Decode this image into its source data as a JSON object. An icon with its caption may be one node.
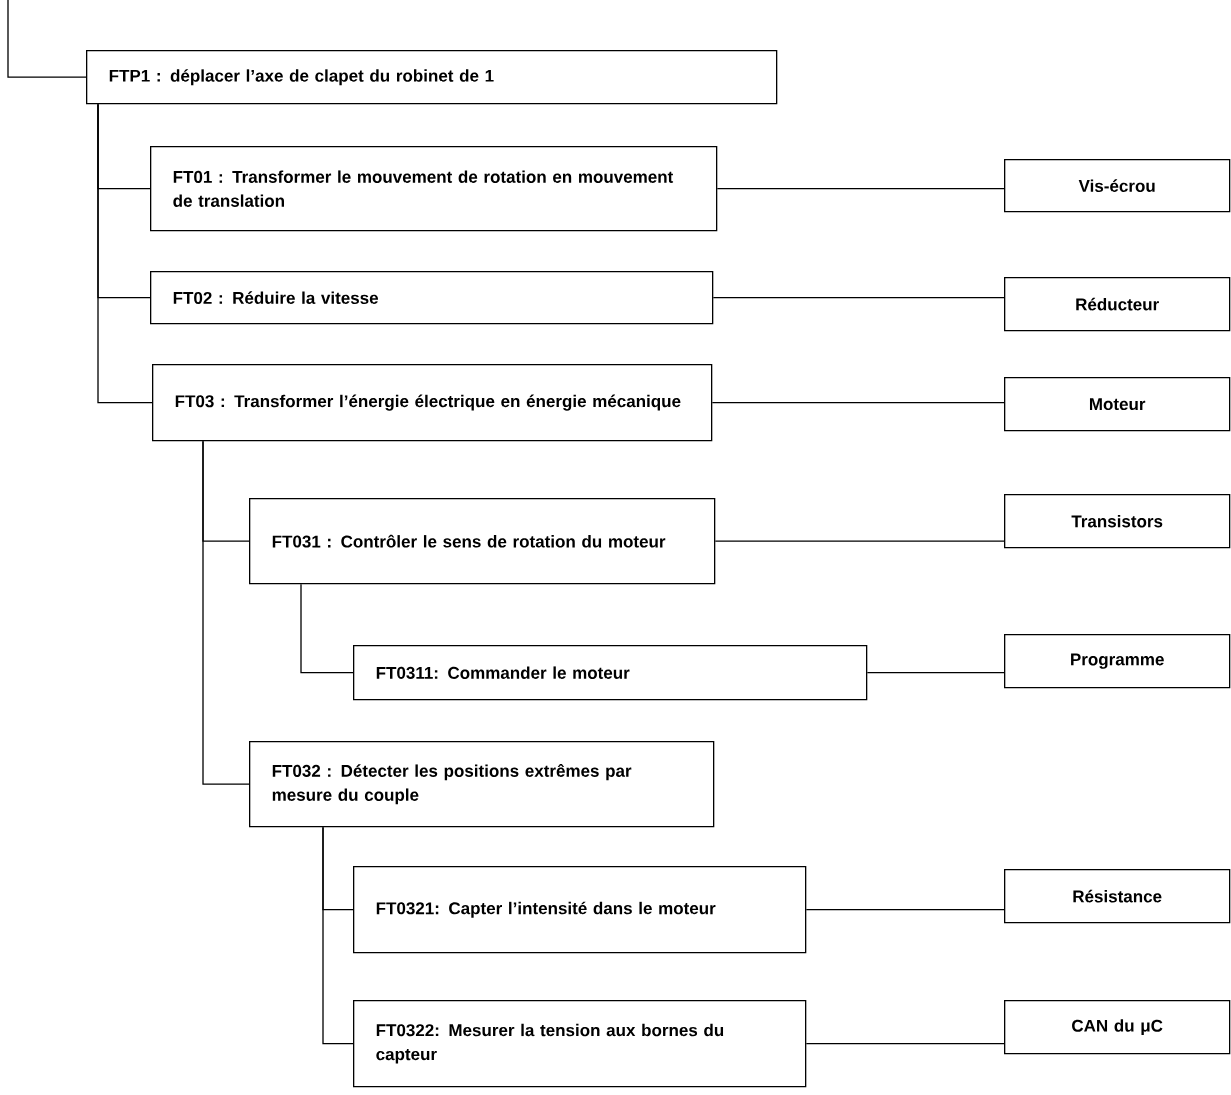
{
  "diagram": {
    "nodes": [
      {
        "text": [
          "FTP1 : déplacer l’axe de clapet du robinet de 1"
        ]
      },
      {
        "text": [
          "FT01 : Transformer le mouvement de rotation en mouvement de translation"
        ]
      },
      {
        "text": [
          "Vis-écrou"
        ]
      },
      {
        "text": [
          "FT02 : Réduire la vitesse"
        ]
      },
      {
        "text": [
          "Réducteur"
        ]
      },
      {
        "text": [
          "FT03 : Transformer l’énergie électrique en énergie mécanique"
        ]
      },
      {
        "text": [
          "Moteur"
        ]
      },
      {
        "text": [
          "FT031 : Contrôler le sens de rotation du moteur"
        ]
      },
      {
        "text": [
          "Transistors"
        ]
      },
      {
        "text": [
          "FT0311: Commander le moteur"
        ]
      },
      {
        "text": [
          "Programme"
        ]
      },
      {
        "text": [
          "FT032 : Détecter les positions extrêmes par mesure du couple"
        ]
      },
      {
        "text": [
          "FT0321: Capter l’intensité dans le moteur"
        ]
      },
      {
        "text": [
          "Résistance"
        ]
      },
      {
        "text": [
          "FT0322: Mesurer la tension aux bornes du capteur"
        ]
      },
      {
        "text": [
          "CAN du μC"
        ]
      }
    ],
    "edges": [
      {
        "from": null,
        "to": 0,
        "arrow": "none"
      },
      {
        "from": 0,
        "to": 1,
        "arrow": "none"
      },
      {
        "from": 0,
        "to": 3,
        "arrow": "none"
      },
      {
        "from": 0,
        "to": 5,
        "arrow": "none"
      },
      {
        "from": 1,
        "to": 2,
        "arrow": "none"
      },
      {
        "from": 3,
        "to": 4,
        "arrow": "none"
      },
      {
        "from": 5,
        "to": 6,
        "arrow": "none"
      },
      {
        "from": 5,
        "to": 7,
        "arrow": "none"
      },
      {
        "from": 5,
        "to": 11,
        "arrow": "none"
      },
      {
        "from": 7,
        "to": 8,
        "arrow": "none"
      },
      {
        "from": 7,
        "to": 9,
        "arrow": "none"
      },
      {
        "from": 9,
        "to": 10,
        "arrow": "none"
      },
      {
        "from": 11,
        "to": 12,
        "arrow": "none"
      },
      {
        "from": 11,
        "to": 14,
        "arrow": "none"
      },
      {
        "from": 12,
        "to": 13,
        "arrow": "none"
      },
      {
        "from": 14,
        "to": 15,
        "arrow": "none"
      }
    ]
  }
}
